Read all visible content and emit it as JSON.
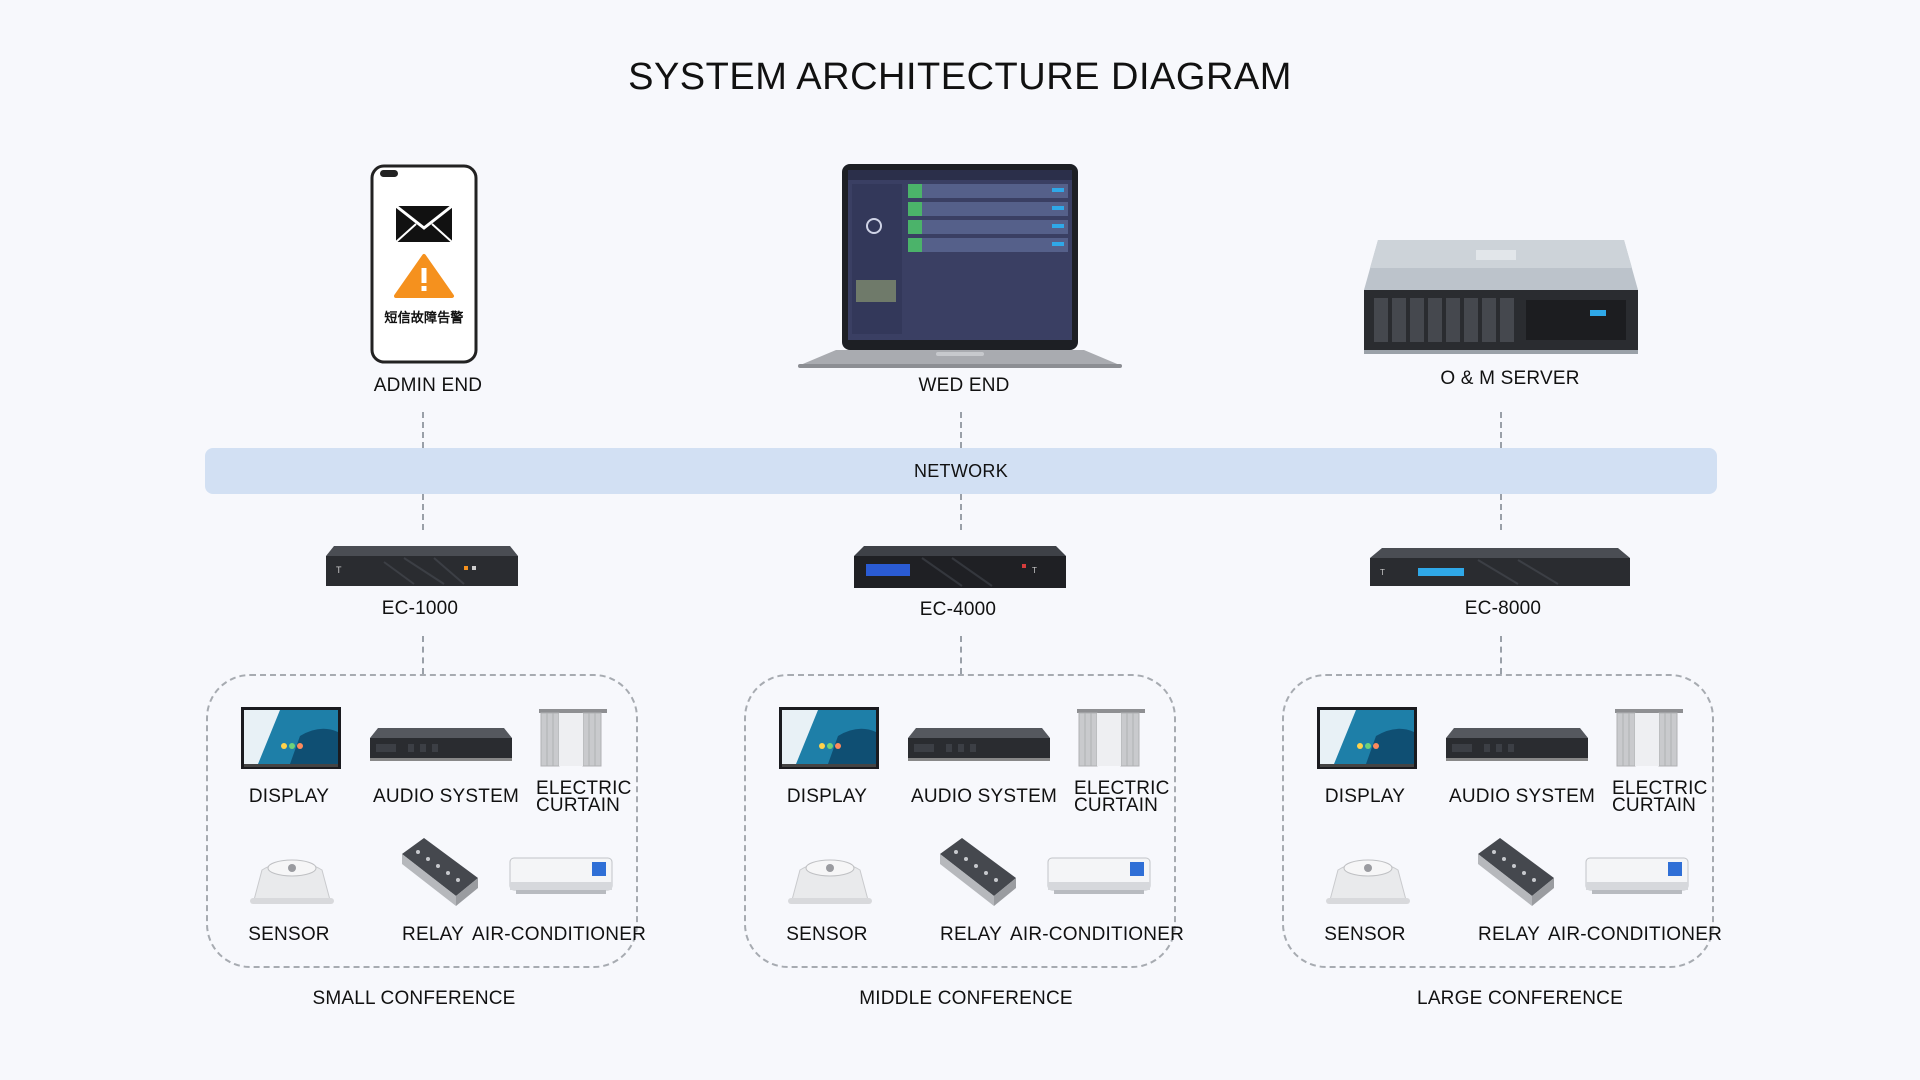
{
  "title": "SYSTEM ARCHITECTURE DIAGRAM",
  "top_devices": {
    "admin": {
      "label": "ADMIN END",
      "phone_text": "短信故障告警"
    },
    "web": {
      "label": "WED END"
    },
    "server": {
      "label": "O & M SERVER"
    }
  },
  "network": {
    "label": "NETWORK"
  },
  "controllers": [
    {
      "label": "EC-1000"
    },
    {
      "label": "EC-4000"
    },
    {
      "label": "EC-8000"
    }
  ],
  "rooms": [
    {
      "name": "SMALL CONFERENCE",
      "devices": {
        "display": "DISPLAY",
        "audio": "AUDIO SYSTEM",
        "curtain_1": "ELECTRIC",
        "curtain_2": "CURTAIN",
        "sensor": "SENSOR",
        "relay": "RELAY",
        "ac": "AIR-CONDITIONER"
      }
    },
    {
      "name": "MIDDLE CONFERENCE",
      "devices": {
        "display": "DISPLAY",
        "audio": "AUDIO SYSTEM",
        "curtain_1": "ELECTRIC",
        "curtain_2": "CURTAIN",
        "sensor": "SENSOR",
        "relay": "RELAY",
        "ac": "AIR-CONDITIONER"
      }
    },
    {
      "name": "LARGE CONFERENCE",
      "devices": {
        "display": "DISPLAY",
        "audio": "AUDIO SYSTEM",
        "curtain_1": "ELECTRIC",
        "curtain_2": "CURTAIN",
        "sensor": "SENSOR",
        "relay": "RELAY",
        "ac": "AIR-CONDITIONER"
      }
    }
  ],
  "colors": {
    "background": "#f7f8fc",
    "network_bar": "#d2e0f3",
    "warning_orange": "#f5911e",
    "device_dark": "#2a2c30"
  },
  "icons": {
    "admin": "phone-alert-icon",
    "web": "laptop-dashboard-icon",
    "server": "rack-server-icon",
    "controller": "controller-box-icon",
    "display": "display-screen-icon",
    "audio": "audio-amplifier-icon",
    "curtain": "curtain-icon",
    "sensor": "ceiling-sensor-icon",
    "relay": "relay-module-icon",
    "ac": "air-conditioner-icon"
  }
}
